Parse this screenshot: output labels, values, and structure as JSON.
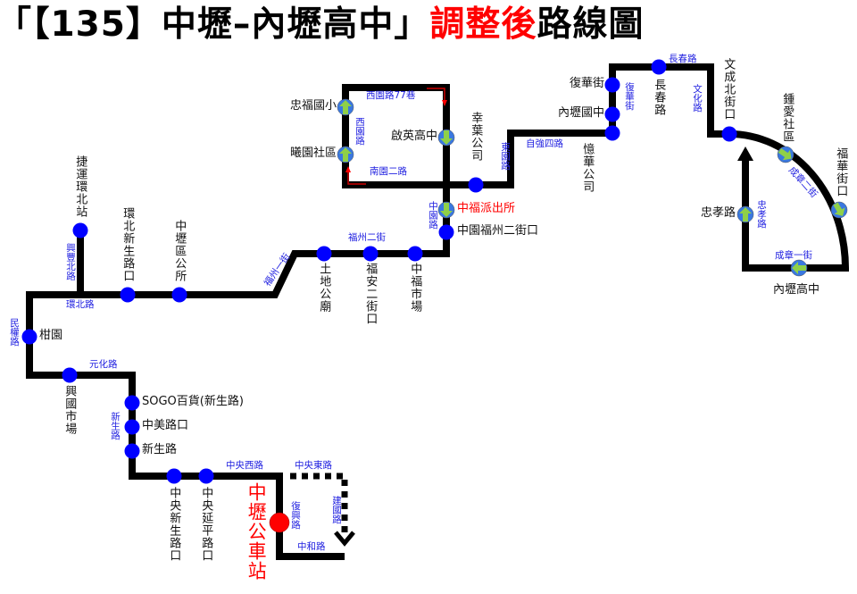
{
  "title": {
    "part1": "「【135】中壢–內壢高中」",
    "part2": "調整後",
    "part3": "路線圖"
  },
  "colors": {
    "route": "#000000",
    "stop": "#0000ff",
    "terminal": "#ff0000",
    "road_label": "#2020e0",
    "arrow_stop_fill": "#3a78e0",
    "arrow": "#8fd048"
  },
  "stops": {
    "jieyun": "捷運環北站",
    "huanbei_xinsheng": "環北新生路口",
    "district_office": "中壢區公所",
    "tudigong": "土地公廟",
    "fuan": "福安二街口",
    "zhongfu_market": "中福市場",
    "ganyuan": "柑園",
    "xingguo": "興國市場",
    "sogo": "SOGO百貨(新生路)",
    "zhongmei": "中美路口",
    "xinsheng": "新生路",
    "zhongyang_xinsheng": "中央新生路口",
    "zhongyang_yanping": "中央延平路口",
    "terminal": "中壢公車站",
    "zhongyuan_fuzhou": "中園福州二街口",
    "police": "中福派出所",
    "qiying": "啟英高中",
    "zhongfu_school": "忠福國小",
    "xiyuan": "曦園社區",
    "xingye": "幸葉公司",
    "yihua": "憶華公司",
    "neili_junior": "內壢國中",
    "fuhua": "復華街",
    "changchun": "長春路",
    "wencheng": "文成北街口",
    "zhongai": "鍾愛社區",
    "fuhua_st": "福華街口",
    "zhongxiao": "忠孝路",
    "neili_high": "內壢高中"
  },
  "roads": {
    "xiyuan77": "西園路77巷",
    "xiyuan": "西園路",
    "nanyuan2": "南園二路",
    "zhongyuan": "中園路",
    "dongyuan": "東園路",
    "ziqiang4": "自強四路",
    "fuhua": "復華街",
    "changchun": "長春路",
    "wenhua": "文化路",
    "chengzhang2": "成章二街",
    "zhongxiao": "忠孝路",
    "chengzhang1": "成章一街",
    "fuzhou2": "福州二街",
    "fuzhou1": "福州一街",
    "xingfengbei": "興豐北路",
    "huanbei": "環北路",
    "minquan": "民權路",
    "yuanhua": "元化路",
    "xinsheng": "新生路",
    "zhongyangxi": "中央西路",
    "zhongyangdong": "中央東路",
    "fuxing": "復興路",
    "jianguo": "建國路",
    "zhonghe": "中和路"
  }
}
